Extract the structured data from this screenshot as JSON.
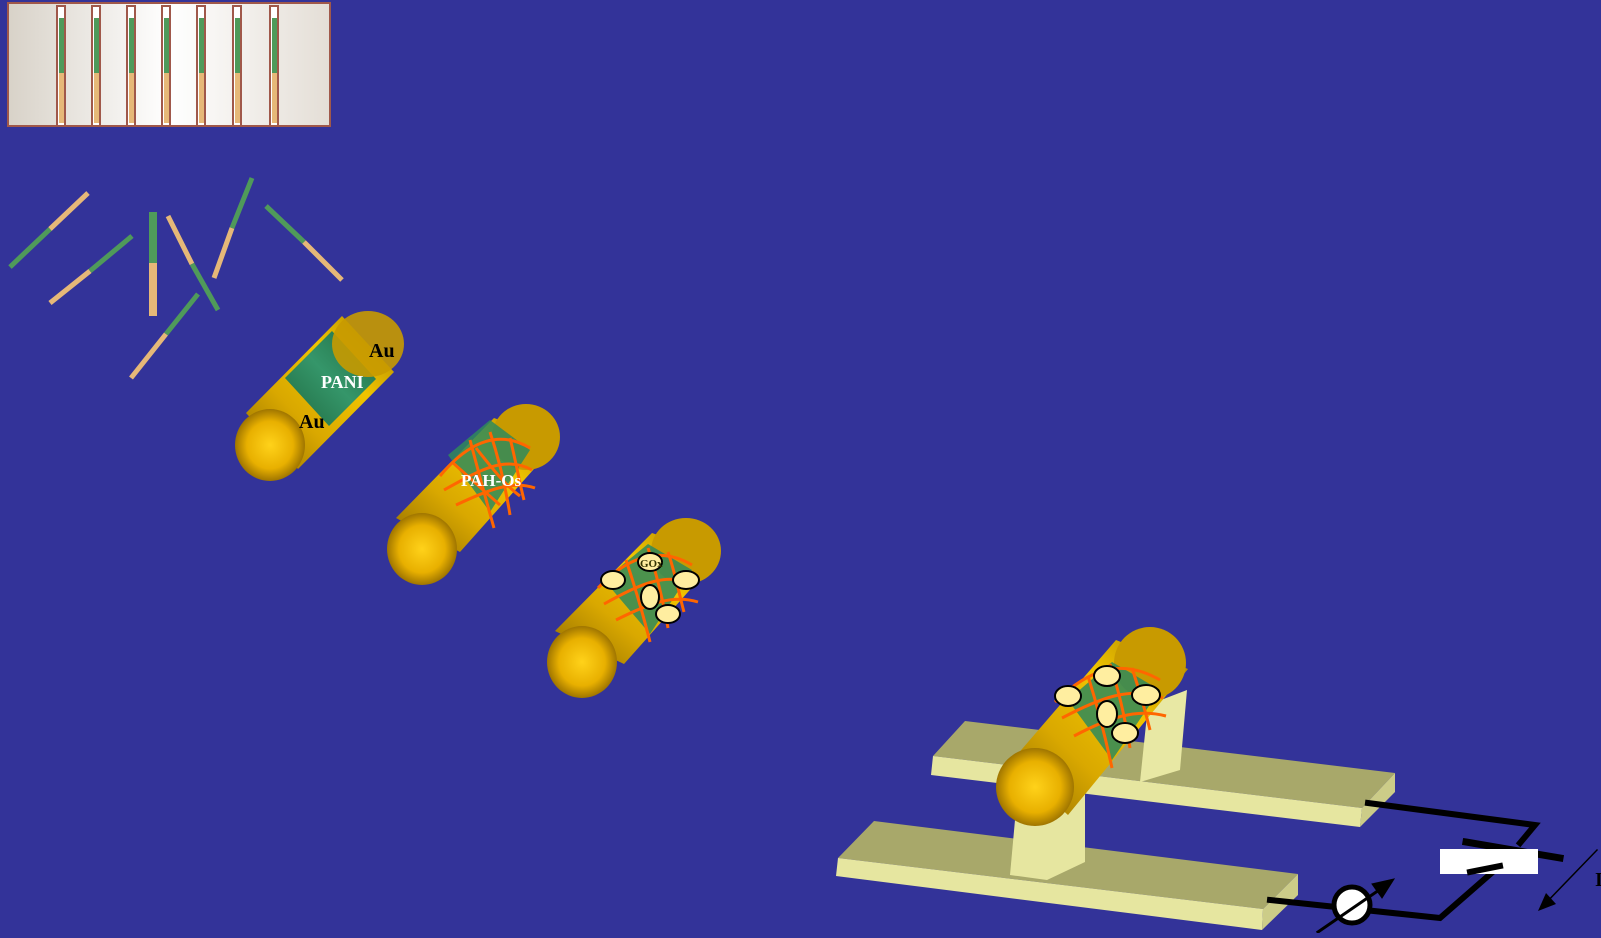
{
  "colors": {
    "background": "#333399",
    "gold": "#e0b000",
    "gold_dark": "#9a7400",
    "pani_green": "#2f8a5a",
    "pah_os_orange": "#ff6600",
    "gox_yellow": "#ffeea0",
    "platform": "#b8b870",
    "circuit": "#000000",
    "segment_green": "#4f9a5a",
    "segment_tan": "#e6b878"
  },
  "labels": {
    "au_top": "Au",
    "pani": "PANI",
    "au_bottom": "Au",
    "pah_os": "PAH-Os",
    "gox": "GOx",
    "partial_edge": "I"
  },
  "icons": {
    "membrane": "membrane-template-icon",
    "loose_nanowires": "nanowire-icon",
    "meter": "ammeter-icon",
    "battery": "battery-icon"
  }
}
